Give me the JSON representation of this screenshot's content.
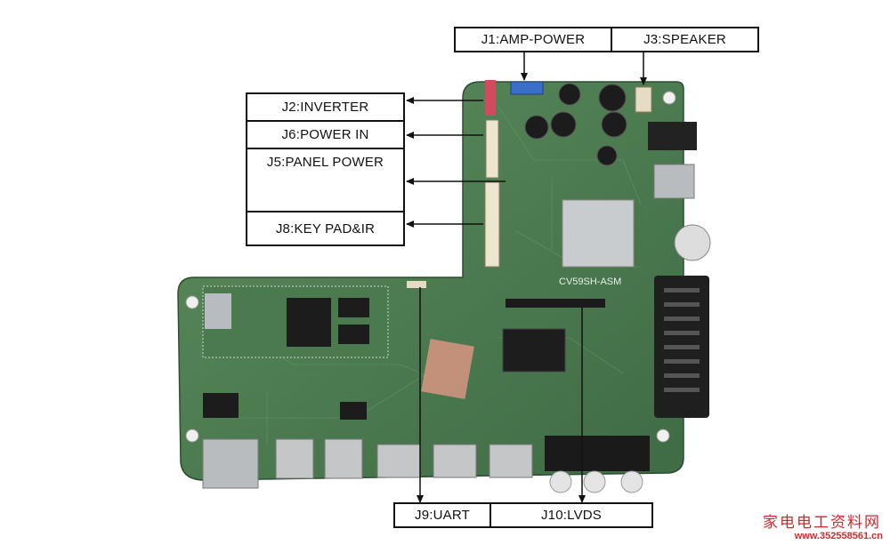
{
  "labels": {
    "j1": "J1:AMP-POWER",
    "j3": "J3:SPEAKER",
    "j2": "J2:INVERTER",
    "j6": "J6:POWER IN",
    "j5": "J5:PANEL POWER",
    "j8": "J8:KEY PAD&IR",
    "j9": "J9:UART",
    "j10": "J10:LVDS"
  },
  "board": {
    "model_silkscreen": "CV59SH-ASM",
    "color": "#4f7f52"
  },
  "watermark": {
    "text_cn": "家电电工资料网",
    "url": "www.352558561.cn"
  },
  "colors": {
    "box_border": "#111111",
    "arrow": "#111111",
    "pcb": "#4f7f52",
    "pcb_dark": "#3a6340",
    "watermark": "#d8262c"
  }
}
